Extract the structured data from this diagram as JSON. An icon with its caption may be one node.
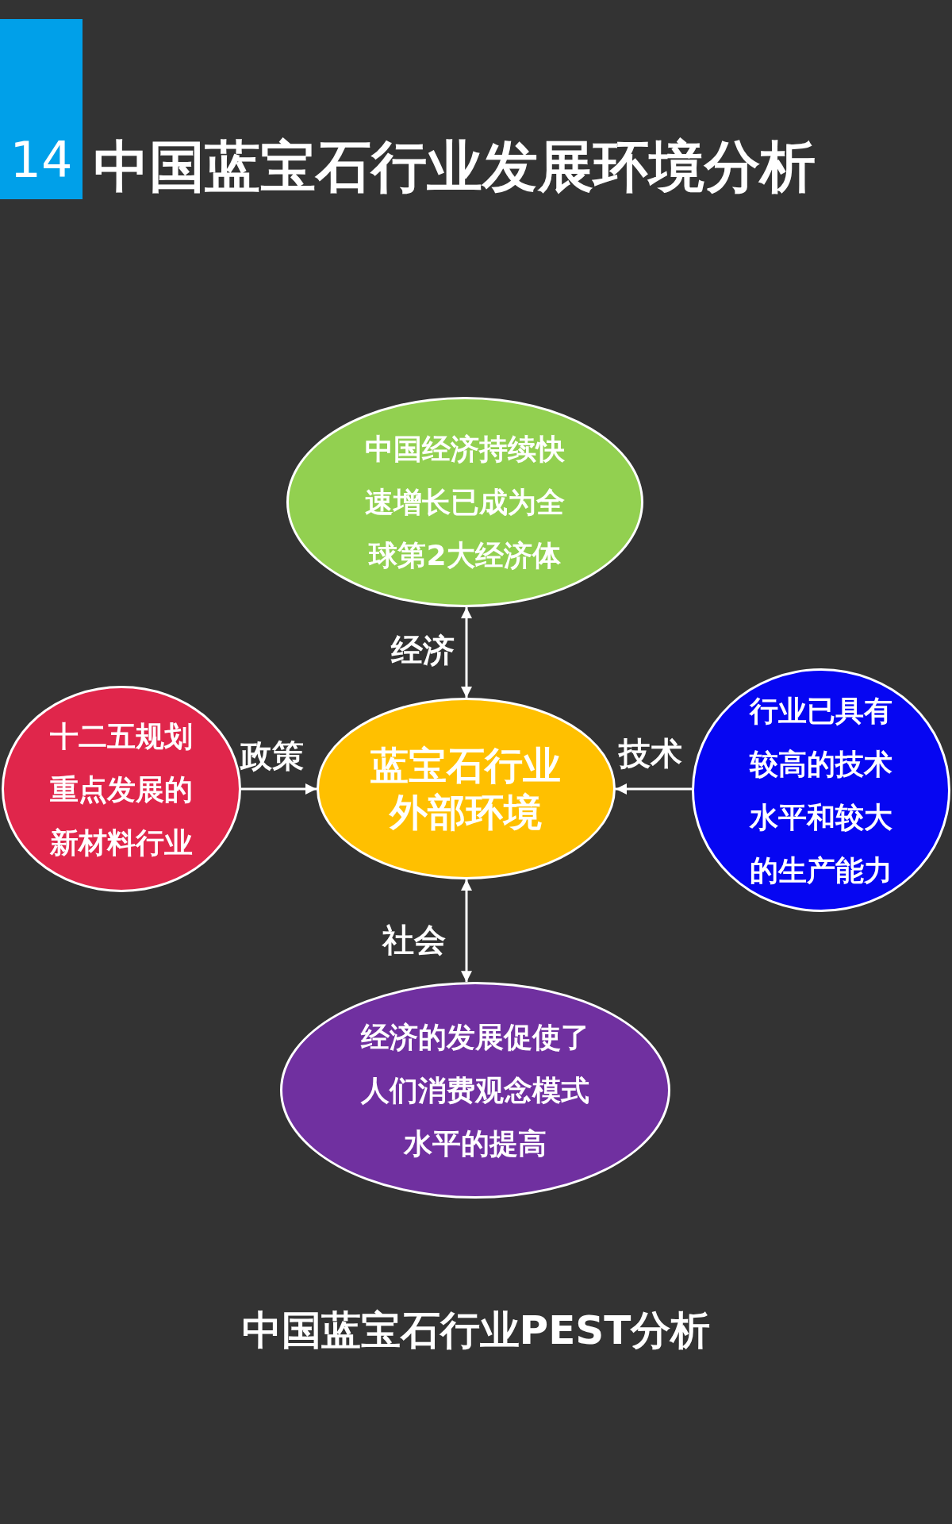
{
  "diagram": {
    "title": "中国蓝宝石行业发展环境分析",
    "caption": "中国蓝宝石行业PEST分析",
    "nodes": [
      {
        "text": [
          "中国经济持续快速增长已成为全球第2大经济体"
        ]
      },
      {
        "text": [
          "十二五规划重点发展的新材料行业"
        ]
      },
      {
        "text": [
          "蓝宝石行业外部环境"
        ]
      },
      {
        "text": [
          "行业已具有较高的技术水平和较大的生产能力"
        ]
      },
      {
        "text": [
          "经济的发展促使了人们消费观念模式水平的提高"
        ]
      }
    ],
    "edges": [
      {
        "from": 0,
        "to": 2,
        "arrow": "both",
        "label": "经济"
      },
      {
        "from": 1,
        "to": 2,
        "arrow": "to",
        "label": "政策"
      },
      {
        "from": 3,
        "to": 2,
        "arrow": "to",
        "label": "技术"
      },
      {
        "from": 2,
        "to": 4,
        "arrow": "both",
        "label": "社会"
      }
    ],
    "labels": [
      "14"
    ]
  }
}
